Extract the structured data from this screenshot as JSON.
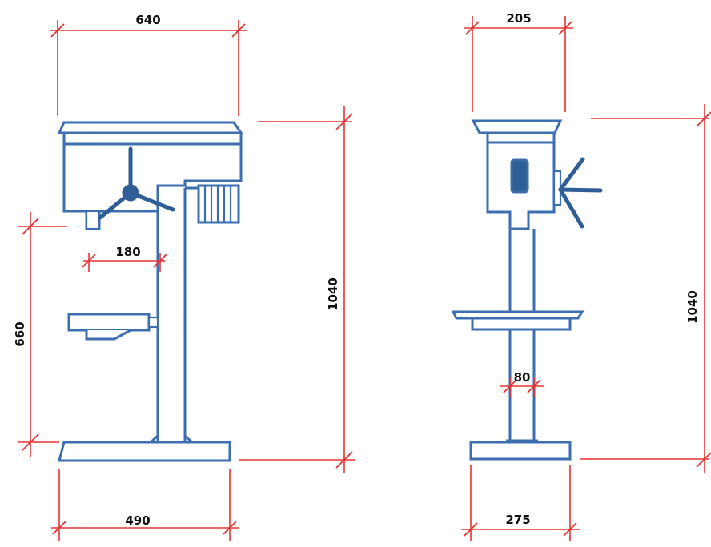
{
  "colors": {
    "machine_stroke": "#3d6fb0",
    "handle": "#2f5d95",
    "dimension_line": "#e63333",
    "text": "#111111",
    "background": "#ffffff"
  },
  "front_view": {
    "dim_head_width": "640",
    "dim_overall_height": "1040",
    "dim_table_height": "660",
    "dim_throat": "180",
    "dim_base_width": "490"
  },
  "side_view": {
    "dim_head_depth": "205",
    "dim_overall_height": "1040",
    "dim_column_diameter": "80",
    "dim_base_depth": "275"
  }
}
